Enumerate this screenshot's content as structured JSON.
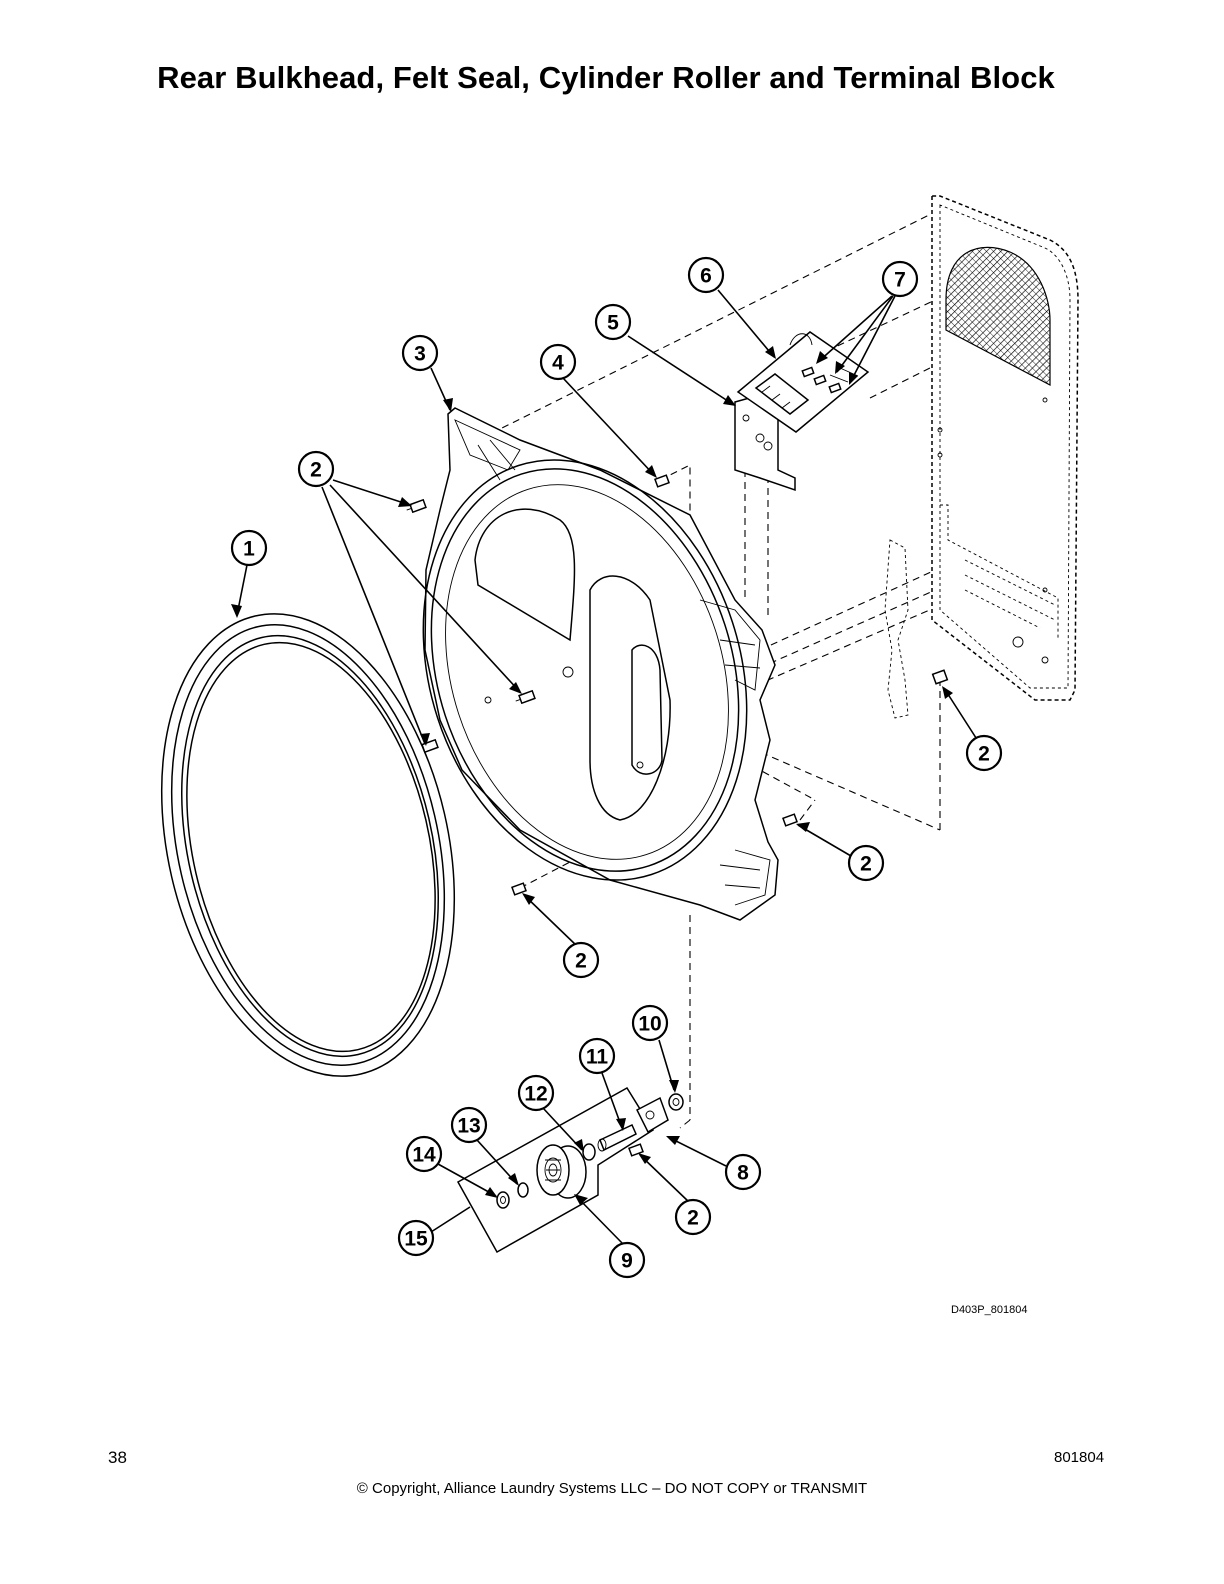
{
  "title": "Rear Bulkhead, Felt Seal, Cylinder Roller and Terminal Block",
  "figure_id": "D403P_801804",
  "footer": {
    "page_number": "38",
    "copyright": "© Copyright, Alliance Laundry Systems LLC – DO NOT COPY or TRANSMIT",
    "document_number": "801804"
  },
  "callouts": [
    "1",
    "2",
    "3",
    "4",
    "5",
    "6",
    "7",
    "8",
    "9",
    "10",
    "11",
    "12",
    "13",
    "14",
    "15"
  ]
}
